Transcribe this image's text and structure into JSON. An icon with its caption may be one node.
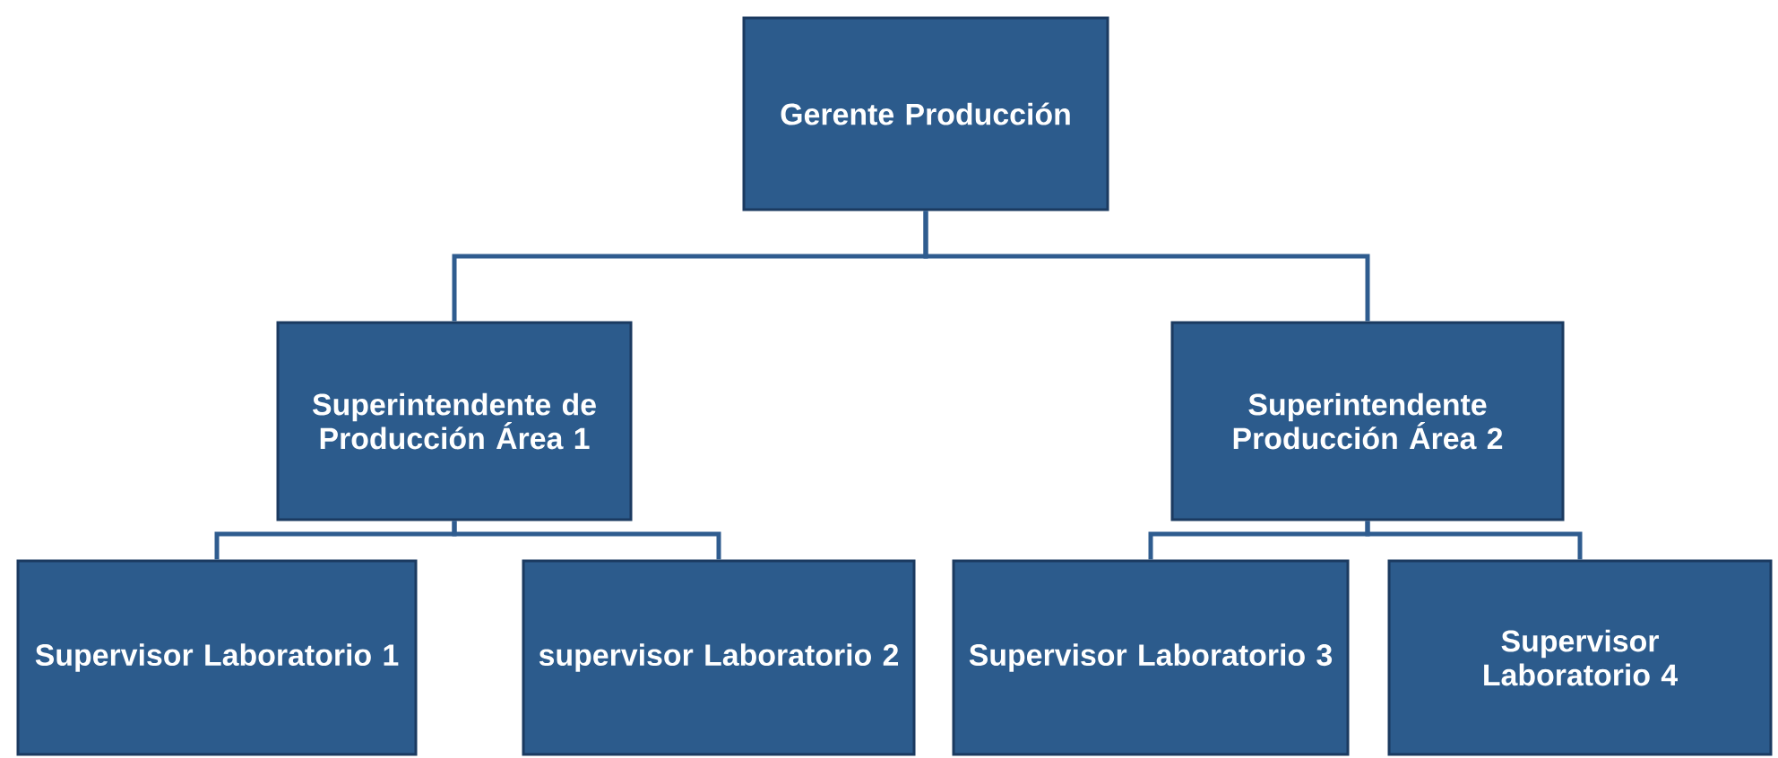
{
  "diagram": {
    "nodes": [
      {
        "text": [
          "Gerente Producción"
        ]
      },
      {
        "text": [
          "Superintendente de Producción Área 1"
        ]
      },
      {
        "text": [
          "Superintendente Producción Área 2"
        ]
      },
      {
        "text": [
          "Supervisor Laboratorio 1"
        ]
      },
      {
        "text": [
          "supervisor Laboratorio 2"
        ]
      },
      {
        "text": [
          "Supervisor Laboratorio 3"
        ]
      },
      {
        "text": [
          "Supervisor Laboratorio 4"
        ]
      }
    ],
    "edges": [
      {
        "from": 0,
        "to": 1,
        "arrow": "none"
      },
      {
        "from": 0,
        "to": 2,
        "arrow": "none"
      },
      {
        "from": 1,
        "to": 3,
        "arrow": "none"
      },
      {
        "from": 1,
        "to": 4,
        "arrow": "none"
      },
      {
        "from": 2,
        "to": 5,
        "arrow": "none"
      },
      {
        "from": 2,
        "to": 6,
        "arrow": "none"
      }
    ]
  }
}
